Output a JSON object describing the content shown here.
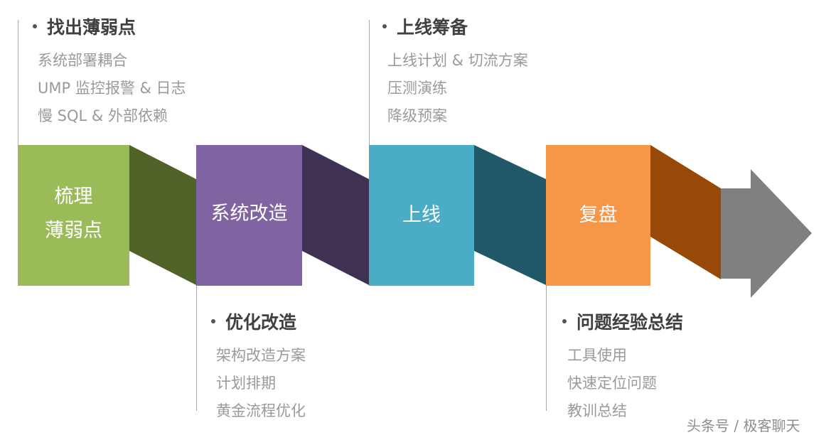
{
  "steps": [
    {
      "label_line1": "梳理",
      "label_line2": "薄弱点",
      "color": "#9bbb59",
      "shadow_color": "#4f6228"
    },
    {
      "label": "系统改造",
      "color": "#8064a2",
      "shadow_color": "#3f3151"
    },
    {
      "label": "上线",
      "color": "#4bacc6",
      "shadow_color": "#215868"
    },
    {
      "label": "复盘",
      "color": "#f79646",
      "shadow_color": "#984807"
    }
  ],
  "arrow_color": "#808080",
  "groups": [
    {
      "title": "找出薄弱点",
      "items": [
        "系统部署耦合",
        "UMP 监控报警 & 日志",
        "慢 SQL & 外部依赖"
      ]
    },
    {
      "title": "优化改造",
      "items": [
        "架构改造方案",
        "计划排期",
        "黄金流程优化"
      ]
    },
    {
      "title": "上线筹备",
      "items": [
        "上线计划 & 切流方案",
        "压测演练",
        "降级预案"
      ]
    },
    {
      "title": "问题经验总结",
      "items": [
        "工具使用",
        "快速定位问题",
        "教训总结"
      ]
    }
  ],
  "watermark": "头条号 / 极客聊天"
}
